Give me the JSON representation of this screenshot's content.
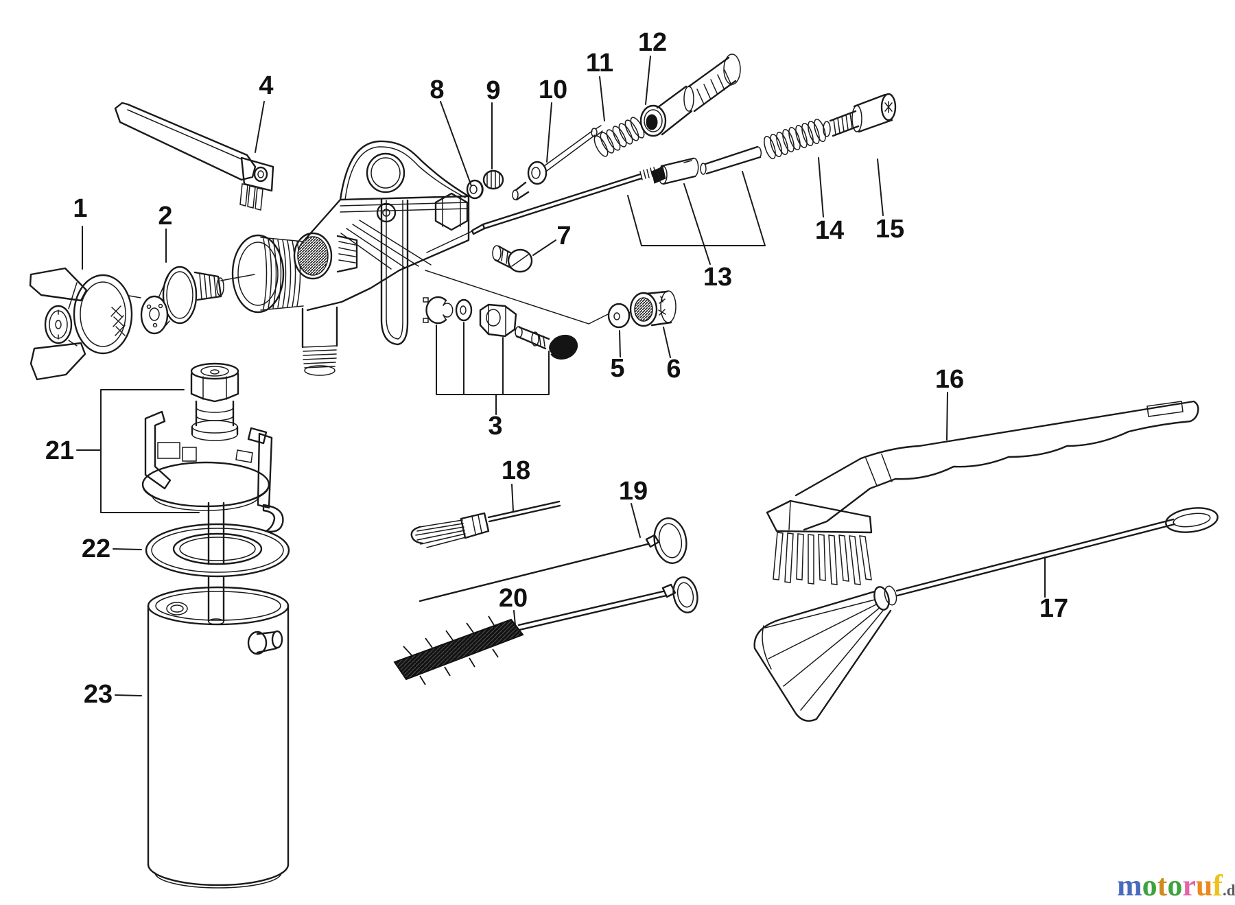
{
  "diagram": {
    "kind": "exploded-parts-diagram",
    "background": "#ffffff",
    "line_color": "#1a1a1a"
  },
  "parts": [
    {
      "number": "1"
    },
    {
      "number": "2"
    },
    {
      "number": "3"
    },
    {
      "number": "4"
    },
    {
      "number": "5"
    },
    {
      "number": "6"
    },
    {
      "number": "7"
    },
    {
      "number": "8"
    },
    {
      "number": "9"
    },
    {
      "number": "10"
    },
    {
      "number": "11"
    },
    {
      "number": "12"
    },
    {
      "number": "13"
    },
    {
      "number": "14"
    },
    {
      "number": "15"
    },
    {
      "number": "16"
    },
    {
      "number": "17"
    },
    {
      "number": "18"
    },
    {
      "number": "19"
    },
    {
      "number": "20"
    },
    {
      "number": "21"
    },
    {
      "number": "22"
    },
    {
      "number": "23"
    }
  ],
  "watermark": {
    "letters": [
      {
        "char": "m",
        "color": "#4a6bbd"
      },
      {
        "char": "o",
        "color": "#3fa23f"
      },
      {
        "char": "t",
        "color": "#cf8a1c"
      },
      {
        "char": "o",
        "color": "#3fa23f"
      },
      {
        "char": "r",
        "color": "#e763a8"
      },
      {
        "char": "u",
        "color": "#ea8a1e"
      },
      {
        "char": "f",
        "color": "#edc21d"
      }
    ],
    "suffix": ".de",
    "suffix_color": "#5a5a5a"
  }
}
